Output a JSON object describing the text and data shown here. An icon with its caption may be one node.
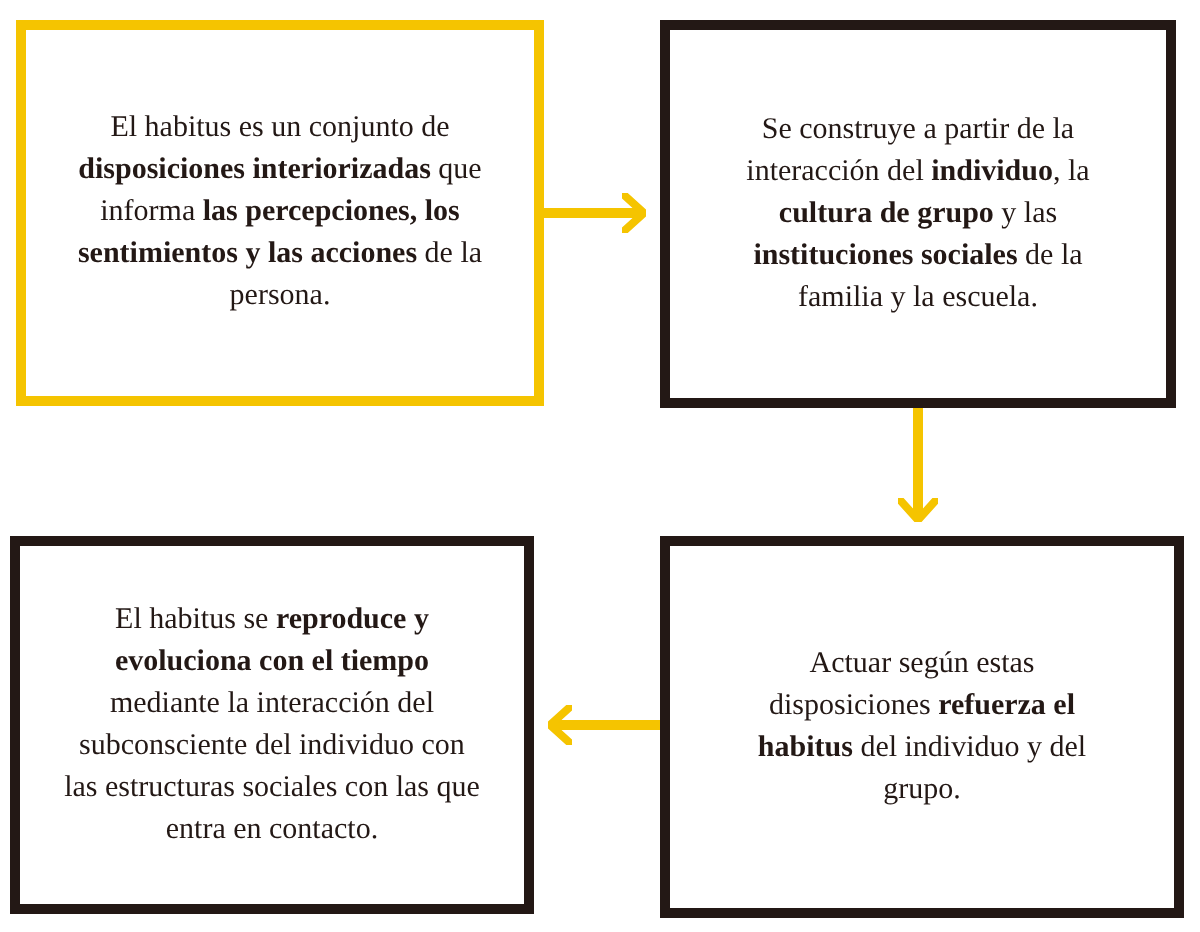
{
  "diagram": {
    "nodes": [
      {
        "text": [
          "El habitus es un conjunto de **disposiciones interiorizadas** que informa **las percepciones, los sentimientos y las acciones** de la persona."
        ]
      },
      {
        "text": [
          "Se construye a partir de la interacción del **individuo**, la **cultura de grupo** y las **instituciones sociales** de la familia y la escuela."
        ]
      },
      {
        "text": [
          "Actuar según estas disposiciones **refuerza el habitus** del individuo y del grupo."
        ]
      },
      {
        "text": [
          "El habitus se **reproduce y evoluciona con el tiempo** mediante la interacción del subconsciente del individuo con las estructuras sociales con las que entra en contacto."
        ]
      }
    ],
    "edges": [
      {
        "from": 0,
        "to": 1,
        "arrow": "to"
      },
      {
        "from": 1,
        "to": 2,
        "arrow": "to"
      },
      {
        "from": 2,
        "to": 3,
        "arrow": "to"
      }
    ]
  }
}
